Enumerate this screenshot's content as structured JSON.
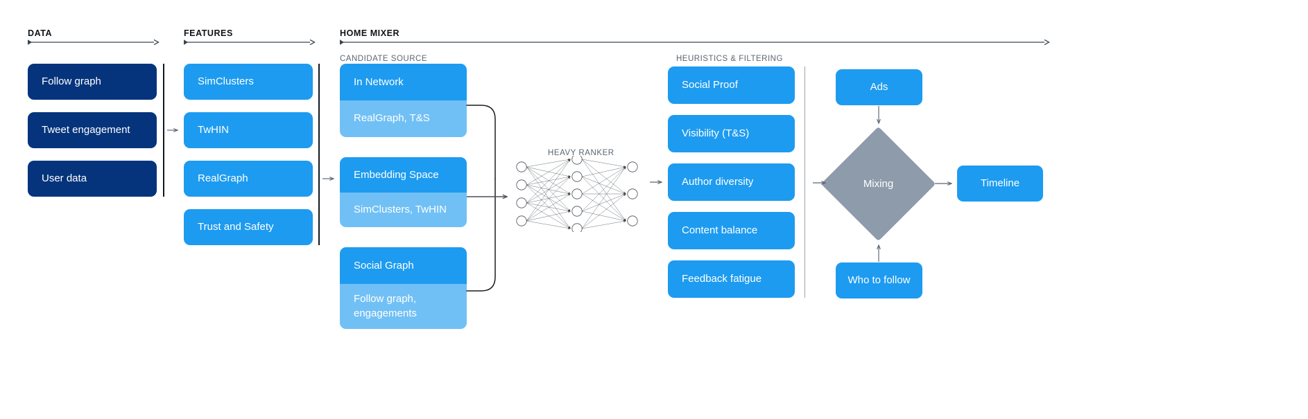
{
  "phases": [
    {
      "label": "DATA"
    },
    {
      "label": "FEATURES"
    },
    {
      "label": "HOME MIXER"
    }
  ],
  "sections": {
    "candidate_source_label": "CANDIDATE SOURCE",
    "heuristics_label": "HEURISTICS & FILTERING",
    "heavy_ranker_label": "HEAVY RANKER"
  },
  "data_boxes": [
    {
      "label": "Follow graph"
    },
    {
      "label": "Tweet engagement"
    },
    {
      "label": "User data"
    }
  ],
  "feature_boxes": [
    {
      "label": "SimClusters"
    },
    {
      "label": "TwHIN"
    },
    {
      "label": "RealGraph"
    },
    {
      "label": "Trust and Safety"
    }
  ],
  "candidate_sources": [
    {
      "title": "In Network",
      "features": "RealGraph, T&S"
    },
    {
      "title": "Embedding Space",
      "features": "SimClusters, TwHIN"
    },
    {
      "title": "Social Graph",
      "features": "Follow graph,\nengagements"
    }
  ],
  "heuristics": [
    {
      "label": "Social Proof"
    },
    {
      "label": "Visibility (T&S)"
    },
    {
      "label": "Author diversity"
    },
    {
      "label": "Content balance"
    },
    {
      "label": "Feedback fatigue"
    }
  ],
  "mixing": {
    "ads_label": "Ads",
    "diamond_label": "Mixing",
    "who_to_follow_label": "Who to follow",
    "timeline_label": "Timeline"
  },
  "neural_net": {
    "input_nodes": 4,
    "hidden_nodes": 5,
    "output_nodes": 3
  },
  "colors": {
    "navy": "#05347c",
    "blue": "#1d9bf0",
    "light_blue": "#71c0f5",
    "slate": "#8d9bab",
    "arrow": "#5b6570",
    "rule": "#3b4450",
    "text_muted": "#5b6570"
  }
}
